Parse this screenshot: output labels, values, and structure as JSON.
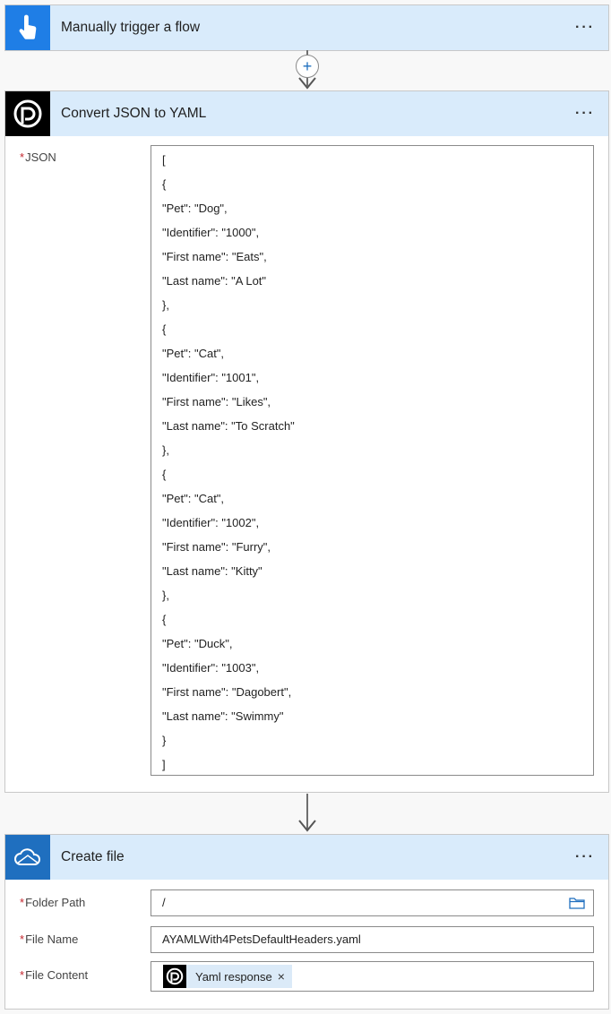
{
  "trigger": {
    "title": "Manually trigger a flow",
    "menu": "···"
  },
  "insert_step": {
    "label": "+"
  },
  "convert": {
    "title": "Convert JSON to YAML",
    "menu": "···",
    "json_label": "JSON",
    "json_lines": [
      "[",
      "{",
      "\"Pet\": \"Dog\",",
      "\"Identifier\": \"1000\",",
      "\"First name\": \"Eats\",",
      "\"Last name\": \"A Lot\"",
      "},",
      "{",
      "\"Pet\": \"Cat\",",
      "\"Identifier\": \"1001\",",
      "\"First name\": \"Likes\",",
      "\"Last name\": \"To Scratch\"",
      "},",
      "{",
      "\"Pet\": \"Cat\",",
      "\"Identifier\": \"1002\",",
      "\"First name\": \"Furry\",",
      "\"Last name\": \"Kitty\"",
      "},",
      "{",
      "\"Pet\": \"Duck\",",
      "\"Identifier\": \"1003\",",
      "\"First name\": \"Dagobert\",",
      "\"Last name\": \"Swimmy\"",
      "}",
      "]"
    ]
  },
  "create_file": {
    "title": "Create file",
    "menu": "···",
    "folder_path_label": "Folder Path",
    "folder_path_value": "/",
    "file_name_label": "File Name",
    "file_name_value": "AYAMLWith4PetsDefaultHeaders.yaml",
    "file_content_label": "File Content",
    "file_content_token": "Yaml response",
    "token_close": "×"
  },
  "required_marker": "*",
  "colors": {
    "header_bg": "#d9ebfb",
    "trigger_icon_bg": "#1f7ee6",
    "onedrive_icon_bg": "#1f6fbf",
    "required": "#c4262e"
  }
}
